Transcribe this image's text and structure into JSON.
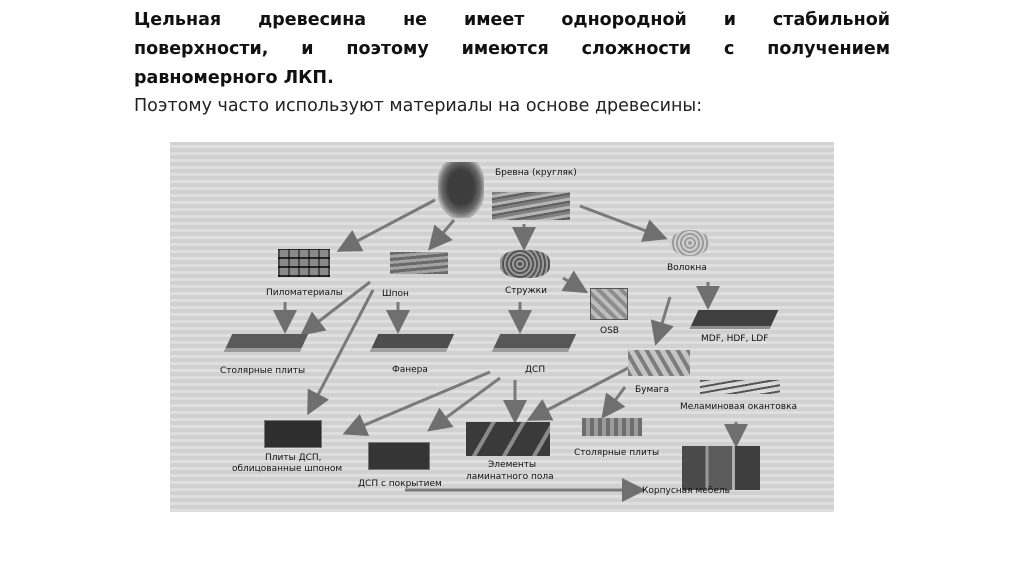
{
  "heading": {
    "line1": "Цельная древесина не имеет однородной и стабильной",
    "line2": "поверхности, и поэтому имеются сложности с получением",
    "line3": "равномерного ЛКП."
  },
  "subheading": "Поэтому часто используют материалы на основе древесины:",
  "diagram": {
    "nodes": {
      "logs": "Бревна (кругляк)",
      "lumber": "Пиломатериалы",
      "veneer": "Шпон",
      "chips": "Стружки",
      "fibers": "Волокна",
      "osb": "OSB",
      "mdf": "MDF, HDF, LDF",
      "blockboard": "Столярные плиты",
      "plywood": "Фанера",
      "particleboard": "ДСП",
      "paper": "Бумага",
      "melamine_edge": "Меламиновая окантовка",
      "veneered_board_1": "Плиты ДСП,",
      "veneered_board_2": "облицованные шпоном",
      "coated_board": "ДСП с покрытием",
      "laminate_1": "Элементы",
      "laminate_2": "ламинатного пола",
      "blockboard_2": "Столярные плиты",
      "furniture": "Корпусная мебель"
    }
  }
}
